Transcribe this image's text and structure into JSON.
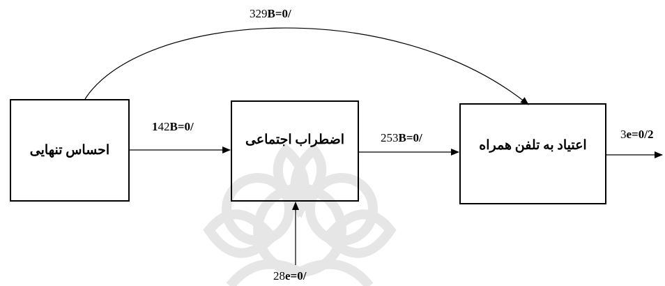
{
  "nodes": {
    "loneliness": {
      "label": "احساس تنهایی"
    },
    "social_anxiety": {
      "label": "اضطراب اجتماعی"
    },
    "phone_addiction": {
      "label": "اعتیاد به تلفن همراه"
    }
  },
  "paths": {
    "loneliness_to_addiction": {
      "prefix": "329",
      "bold": "B=0/"
    },
    "loneliness_to_anxiety": {
      "prefix": "142",
      "bold_lead": "1",
      "rest": "42",
      "bold": "B=0/"
    },
    "anxiety_to_addiction": {
      "prefix": "253",
      "bold": "B=0/"
    },
    "addiction_error": {
      "prefix": "3",
      "bold": "e=0/2"
    },
    "anxiety_error": {
      "prefix": "28",
      "bold": "e=0/"
    }
  }
}
